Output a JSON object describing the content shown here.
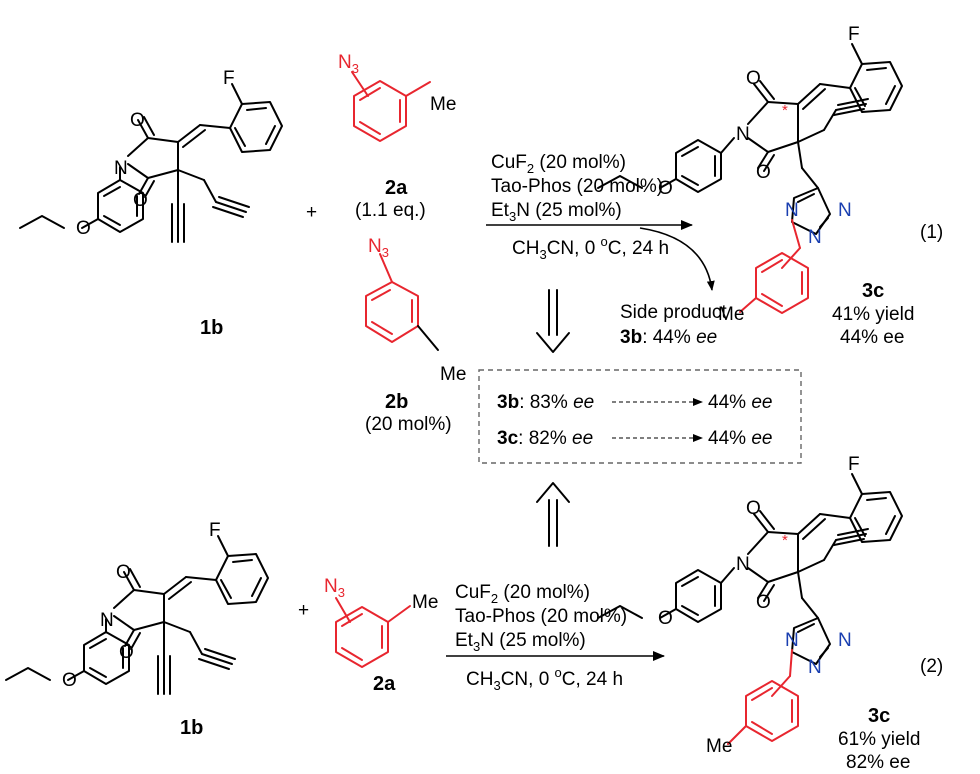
{
  "reactant": {
    "label": "1b"
  },
  "azide_a": {
    "label": "2a",
    "amount": "(1.1 eq.)"
  },
  "azide_b": {
    "label": "2b",
    "amount": "(20 mol%)"
  },
  "plus": "+",
  "atoms": {
    "F": "F",
    "N": "N",
    "O": "O",
    "N3": "N",
    "N3_sub": "3",
    "Me": "Me"
  },
  "conditions": {
    "cat_pre": "CuF",
    "cat_sub": "2",
    "cat_post": " (20 mol%)",
    "ligand": "Tao-Phos (20 mol%)",
    "base_pre": "Et",
    "base_sub": "3",
    "base_post": "N (25 mol%)",
    "solv_pre": "CH",
    "solv_sub": "3",
    "solv_post": "CN, 0 ",
    "solv_sup": "o",
    "solv_end": "C, 24 h"
  },
  "eq1": {
    "number": "(1)",
    "product_label": "3c",
    "yield": "41% yield",
    "ee": "44% ee",
    "side_product_line": "Side product",
    "side_product_label": "3b",
    "side_product_ee": ": 44% ",
    "side_product_ee_unit": "ee"
  },
  "eq2": {
    "number": "(2)",
    "product_label": "3c",
    "yield": "61% yield",
    "ee": "82% ee"
  },
  "box": {
    "row1": {
      "label": "3b",
      "from": ": 83% ",
      "unit": "ee",
      "to": "44% "
    },
    "row2": {
      "label": "3c",
      "from": ": 82% ",
      "unit": "ee",
      "to": "44% "
    }
  },
  "stereo_mark": "*"
}
